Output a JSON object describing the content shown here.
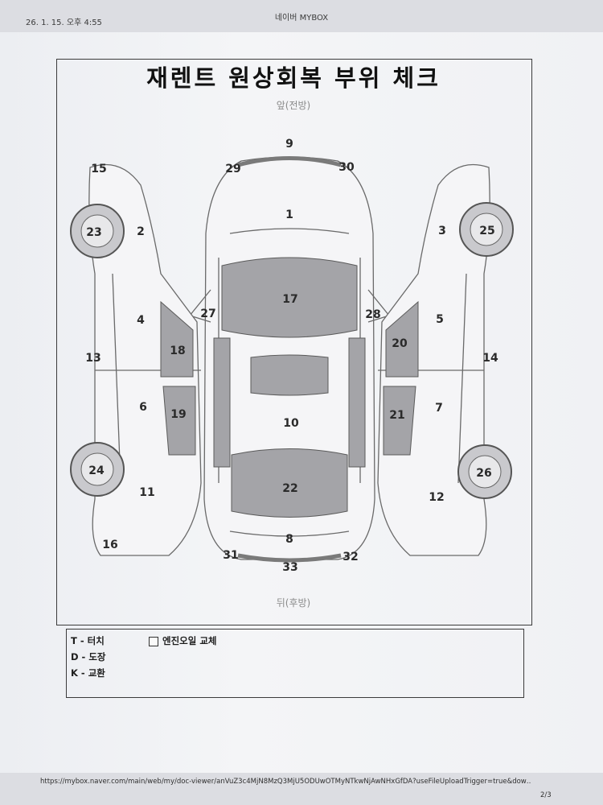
{
  "statusbar": {
    "datetime": "26. 1. 15. 오후 4:55",
    "app_title": "네이버 MYBOX"
  },
  "document": {
    "title": "재렌트 원상회복 부위 체크",
    "front_label": "앞(전방)",
    "rear_label": "뒤(후방)",
    "part_numbers": [
      "1",
      "2",
      "3",
      "4",
      "5",
      "6",
      "7",
      "8",
      "9",
      "10",
      "11",
      "12",
      "13",
      "14",
      "15",
      "16",
      "17",
      "18",
      "19",
      "20",
      "21",
      "22",
      "23",
      "24",
      "25",
      "26",
      "27",
      "28",
      "29",
      "30",
      "31",
      "32",
      "33"
    ]
  },
  "legend": {
    "touch": "T - 터치",
    "paint": "D - 도장",
    "replace": "K - 교환",
    "engine_oil": "엔진오일 교체"
  },
  "footer": {
    "url": "https://mybox.naver.com/main/web/my/doc-viewer/anVuZ3c4MjN8MzQ3MjU5ODUwOTMyNTkwNjAwNHxGfDA?useFileUploadTrigger=true&dow…",
    "page": "2/3"
  }
}
